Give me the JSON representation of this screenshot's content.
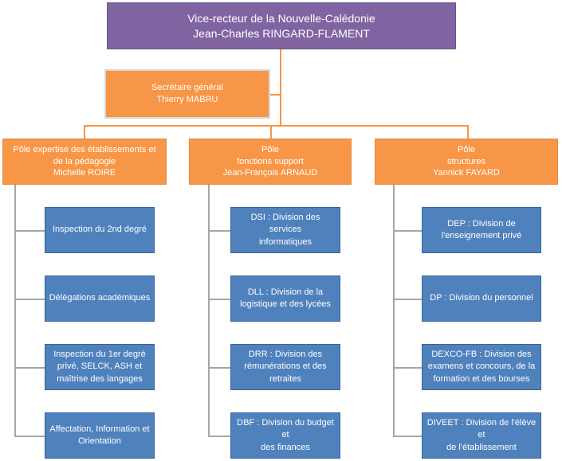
{
  "root": {
    "line1": "Vice-recteur de la Nouvelle-Calédonie",
    "line2": "Jean-Charles RINGARD-FLAMENT"
  },
  "secretary": {
    "line1": "Secrétaire général",
    "line2": "Thierry MABRU"
  },
  "poles": [
    {
      "lines": [
        "Pôle expertise des établissements et",
        "de la pédagogie",
        "Michelle ROIRE"
      ],
      "divisions": [
        [
          "Inspection du 2nd degré"
        ],
        [
          "Délégations académiques"
        ],
        [
          "Inspection du 1er degré",
          "privé, SELCK, ASH et",
          "maîtrise des langages"
        ],
        [
          "Affectation, Information et",
          "Orientation"
        ]
      ]
    },
    {
      "lines": [
        "Pôle",
        "fonctions support",
        "Jean-François ARNAUD"
      ],
      "divisions": [
        [
          "DSI : Division des services",
          "informatiques"
        ],
        [
          "DLL : Division de la",
          "logistique et des lycées"
        ],
        [
          "DRR : Division des",
          "rémunérations et des",
          "retraites"
        ],
        [
          "DBF : Division du budget et",
          "des finances"
        ]
      ]
    },
    {
      "lines": [
        "Pôle",
        "structures",
        "Yannick FAYARD"
      ],
      "divisions": [
        [
          "DEP : Division de",
          "l'enseignement privé"
        ],
        [
          "DP : Division du personnel"
        ],
        [
          "DEXCO-FB : Division des",
          "examens et concours, de la",
          "formation et des bourses"
        ],
        [
          "DIVEET : Division de l'élève et",
          "de l'établissement"
        ]
      ]
    }
  ]
}
